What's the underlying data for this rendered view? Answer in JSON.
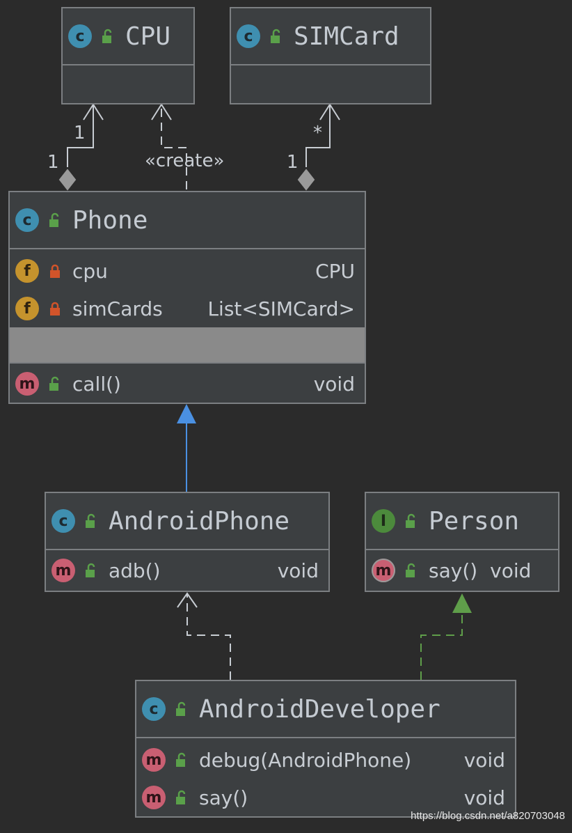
{
  "classes": {
    "cpu": {
      "name": "CPU",
      "kind_badge": "c"
    },
    "simcard": {
      "name": "SIMCard",
      "kind_badge": "c"
    },
    "phone": {
      "name": "Phone",
      "kind_badge": "c",
      "fields": [
        {
          "badge": "f",
          "name": "cpu",
          "type": "CPU"
        },
        {
          "badge": "f",
          "name": "simCards",
          "type": "List<SIMCard>"
        }
      ],
      "methods": [
        {
          "badge": "m",
          "name": "call()",
          "type": "void"
        }
      ]
    },
    "androidphone": {
      "name": "AndroidPhone",
      "kind_badge": "c",
      "methods": [
        {
          "badge": "m",
          "name": "adb()",
          "type": "void"
        }
      ]
    },
    "person": {
      "name": "Person",
      "kind_badge": "I",
      "methods": [
        {
          "badge": "m",
          "name": "say()",
          "type": "void"
        }
      ]
    },
    "androiddeveloper": {
      "name": "AndroidDeveloper",
      "kind_badge": "c",
      "methods": [
        {
          "badge": "m",
          "name": "debug(AndroidPhone)",
          "type": "void"
        },
        {
          "badge": "m",
          "name": "say()",
          "type": "void"
        }
      ]
    }
  },
  "edges": {
    "phone_cpu": {
      "source_multiplicity": "1",
      "target_multiplicity": "1"
    },
    "phone_cpu_create": {
      "label": "«create»"
    },
    "phone_simcard": {
      "source_multiplicity": "1",
      "target_multiplicity": "*"
    }
  },
  "watermark": "https://blog.csdn.net/a820703048",
  "colors": {
    "background": "#2b2b2b",
    "class_fill": "#3c3f41",
    "border": "#7c7f82",
    "inheritance_arrow": "#4a90e2",
    "realization_arrow": "#5f9e4a",
    "edge_line": "#c8cdd3"
  }
}
